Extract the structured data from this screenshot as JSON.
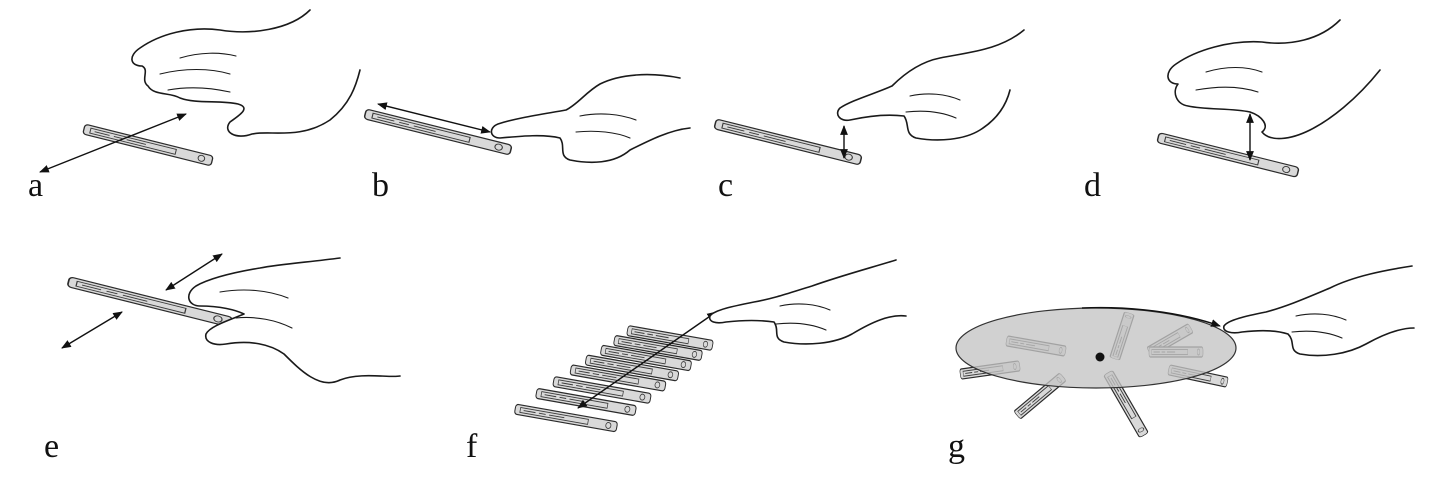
{
  "panels": [
    {
      "id": "a",
      "label": "a"
    },
    {
      "id": "b",
      "label": "b"
    },
    {
      "id": "c",
      "label": "c"
    },
    {
      "id": "d",
      "label": "d"
    },
    {
      "id": "e",
      "label": "e"
    },
    {
      "id": "f",
      "label": "f"
    },
    {
      "id": "g",
      "label": "g"
    }
  ],
  "colors": {
    "strip_fill": "#d9d9d9",
    "strip_stroke": "#2b2b2b",
    "disc_fill": "#c4c4c4",
    "ink": "#111111"
  }
}
